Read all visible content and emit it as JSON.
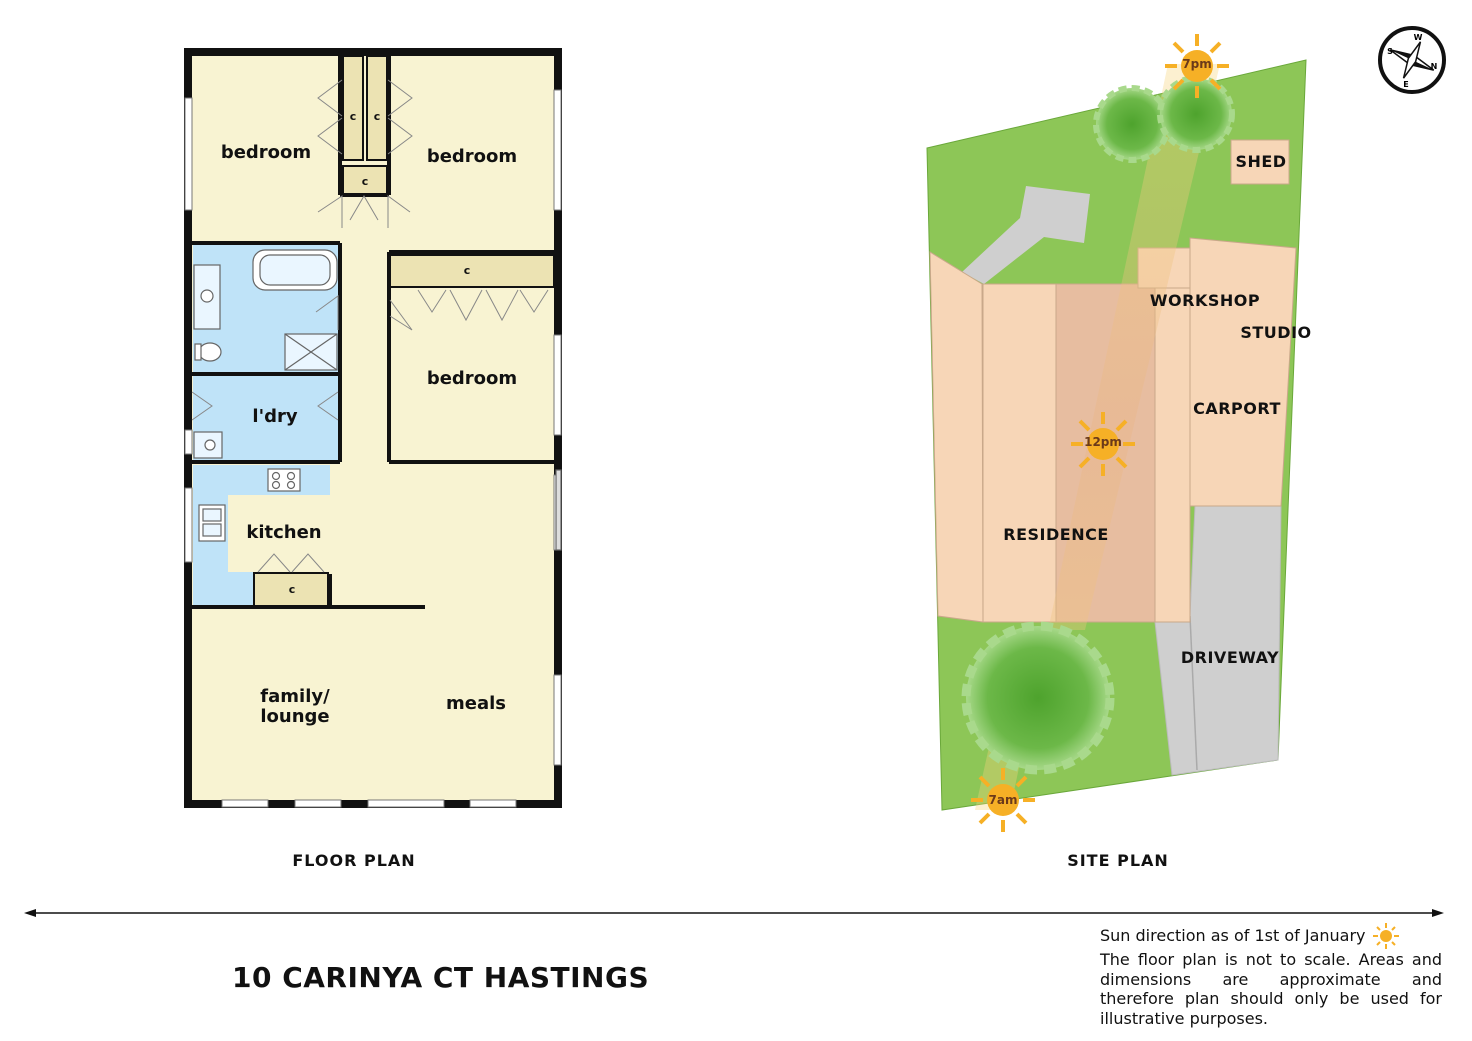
{
  "floor_plan": {
    "caption": "FLOOR PLAN",
    "rooms": {
      "bedroom_1": "bedroom",
      "bedroom_2": "bedroom",
      "bedroom_3": "bedroom",
      "laundry": "l'dry",
      "kitchen": "kitchen",
      "family_line1": "family/",
      "family_line2": "lounge",
      "meals": "meals"
    },
    "cupboard_label": "c"
  },
  "site_plan": {
    "caption": "SITE PLAN",
    "areas": {
      "shed": "SHED",
      "workshop": "WORKSHOP",
      "studio": "STUDIO",
      "carport": "CARPORT",
      "residence": "RESIDENCE",
      "driveway": "DRIVEWAY"
    },
    "sun_times": {
      "evening": "7pm",
      "noon": "12pm",
      "morning": "7am"
    },
    "compass": {
      "n": "N",
      "s": "S",
      "e": "E",
      "w": "W"
    }
  },
  "colors": {
    "room_fill": "#f8f3d2",
    "wet_area_fill": "#bfe3f8",
    "cupboard_fill": "#ece3b3",
    "wall": "#111111",
    "lawn": "#8dc657",
    "building": "#f7d6b7",
    "paving": "#cfcfcf",
    "sun": "#f6b026",
    "tree": "#5faa3a"
  },
  "footer": {
    "address": "10 CARINYA CT HASTINGS",
    "sun_note": "Sun direction as of 1st of January",
    "disclaimer": "The floor plan is not to scale. Areas and dimensions are approximate and therefore plan should only be used for illustrative purposes."
  }
}
